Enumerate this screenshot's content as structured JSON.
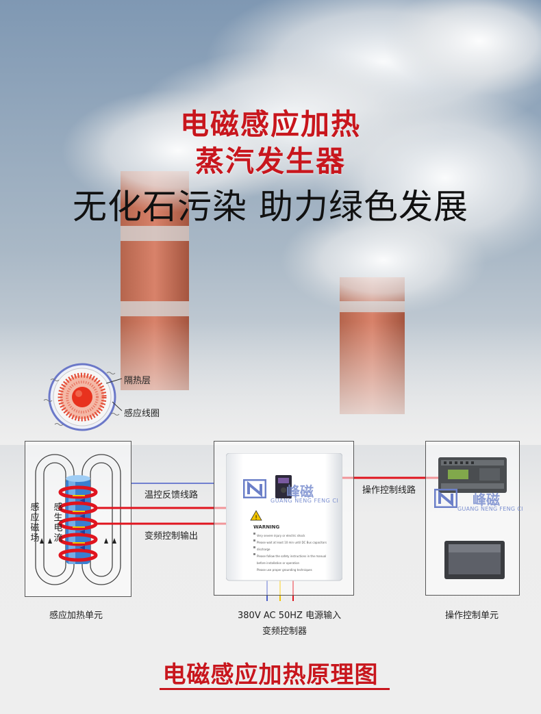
{
  "header": {
    "title_line1": "电磁感应加热",
    "title_line2": "蒸汽发生器",
    "slogan": "无化石污染 助力绿色发展"
  },
  "cross_section": {
    "label_insulation": "隔热层",
    "label_coil": "感应线圈"
  },
  "heating_unit": {
    "label_field": "感应磁场",
    "label_current": "感生电流",
    "caption": "感应加热单元"
  },
  "controller": {
    "brand_cn": "峰磁",
    "brand_en": "GUANG NENG FENG CI",
    "warning_title": "WARNING",
    "warning_lines": [
      "Very severe injury or electric shock",
      "Please wait at least 10 min until DC Bus capacitors discharge",
      "Please follow the safety instructions in the manual before installation or operation",
      "Please use proper grounding techniques"
    ],
    "power_label": "380V  AC  50HZ  电源输入",
    "caption": "变频控制器"
  },
  "links": {
    "temp_feedback": "温控反馈线路",
    "freq_output": "变频控制输出",
    "op_control": "操作控制线路"
  },
  "operation_unit": {
    "brand_cn": "峰磁",
    "brand_en": "GUANG NENG FENG CI",
    "caption": "操作控制单元"
  },
  "footer": {
    "title": "电磁感应加热原理图"
  },
  "colors": {
    "title_red": "#c8161d",
    "wire_red": "#e0141e",
    "wire_blue": "#4a5ec8",
    "wire_yellow": "#f2c400",
    "coil_blue": "#3a7fd0"
  }
}
